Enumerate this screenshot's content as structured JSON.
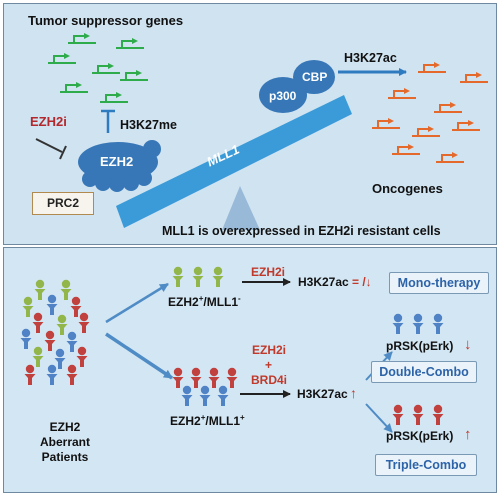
{
  "top_panel": {
    "tumor_suppressor_label": "Tumor suppressor genes",
    "ezh2i_label": "EZH2i",
    "h3k27me_label": "H3K27me",
    "ezh2_label": "EZH2",
    "prc2_label": "PRC2",
    "p300_label": "p300",
    "cbp_label": "CBP",
    "h3k27ac_label": "H3K27ac",
    "mll1_label": "MLL1",
    "oncogenes_label": "Oncogenes",
    "caption": "MLL1 is overexpressed in EZH2i resistant cells"
  },
  "bottom_panel": {
    "patients_line1": "EZH2",
    "patients_line2": "Aberrant",
    "patients_line3": "Patients",
    "group1": {
      "ezh2": "EZH2",
      "sup1": "+",
      "mll1": "/MLL1",
      "sup2": "-"
    },
    "group2": {
      "ezh2": "EZH2",
      "sup1": "+",
      "mll1": "/MLL1",
      "sup2": "+"
    },
    "treat1": {
      "drug": "EZH2i",
      "result": "H3K27ac",
      "change": "= /↓",
      "therapy": "Mono-therapy"
    },
    "treat2": {
      "drug1": "EZH2i",
      "plus": "+",
      "drug2": "BRD4i",
      "result": "H3K27ac",
      "change": "↑"
    },
    "double": {
      "marker": "pRSK(pErk)",
      "change": "↓",
      "therapy": "Double-Combo"
    },
    "triple": {
      "marker": "pRSK(pErk)",
      "change": "↑",
      "therapy": "Triple-Combo"
    }
  },
  "colors": {
    "green_gene": "#2eab4a",
    "orange_gene": "#e4692b",
    "blue_arrow": "#2f7bc0",
    "mll1_bar": "#3a9bd8",
    "ezh2_blob": "#3777b7",
    "fulcrum": "#99b9d8",
    "person_green": "#93b64a",
    "person_red": "#c0413e",
    "person_blue": "#4f83c5",
    "drug_red": "#c0392b"
  }
}
